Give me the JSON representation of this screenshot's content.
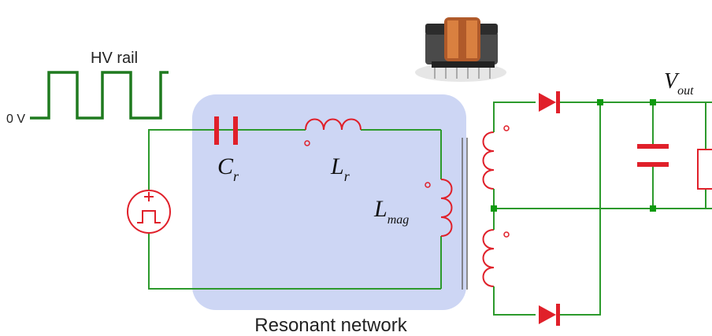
{
  "labels": {
    "hv_rail": "HV rail",
    "zero_v": "0 V",
    "resonant_network": "Resonant network",
    "cr_main": "C",
    "cr_sub": "r",
    "lr_main": "L",
    "lr_sub": "r",
    "lmag_main": "L",
    "lmag_sub": "mag",
    "vout_main": "V",
    "vout_sub": "out"
  },
  "colors": {
    "wire": "#2c9a2c",
    "square_wave": "#1f7a1f",
    "component": "#e0202a",
    "network_fill": "#cdd6f4",
    "node": "#0f9a0f"
  },
  "icons": {
    "transformer_photo": "transformer-photo-icon",
    "source": "square-wave-source-icon"
  }
}
